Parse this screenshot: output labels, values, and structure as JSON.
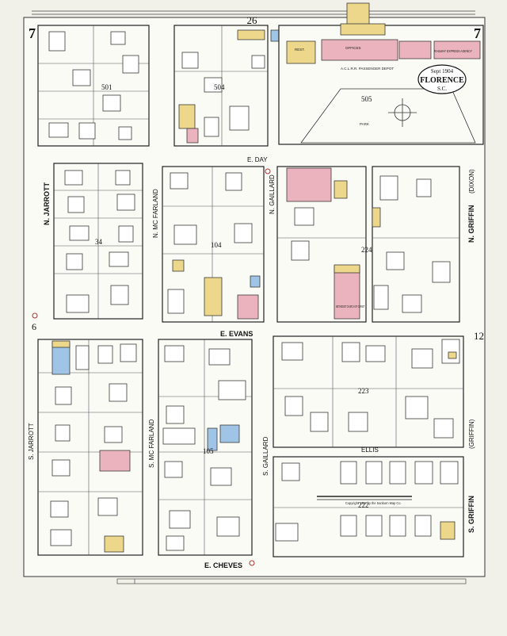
{
  "map": {
    "title": {
      "date": "Sept 1904",
      "city": "FLORENCE",
      "state": "S.C."
    },
    "sheet_numbers": {
      "top_center": "26",
      "top_left": "7",
      "top_right": "7",
      "left_mid": "6",
      "right_mid": "12"
    },
    "streets": {
      "n_jarrott": "N. JARROTT",
      "n_mcfarland": "N. MC FARLAND",
      "n_gaillard": "N. GAILLARD",
      "n_griffin": "N. GRIFFIN",
      "dixon": "(DIXON)",
      "e_day": "E. DAY",
      "e_evans": "E. EVANS",
      "ellis": "ELLIS",
      "s_jarrott": "S. JARROTT",
      "s_mcfarland": "S. MC FARLAND",
      "s_gaillard": "S. GAILLARD",
      "s_griffin": "S. GRIFFIN",
      "griffin_paren": "(GRIFFIN)",
      "e_cheves": "E. CHEVES"
    },
    "blocks": {
      "b501": "501",
      "b504": "504",
      "b505": "505",
      "b34": "34",
      "b104": "104",
      "b224": "224",
      "b223": "223",
      "b105": "105",
      "b222": "222"
    },
    "labels": {
      "depot": "A.C.L.R.R. PASSENGER DEPOT",
      "offices": "OFFICES",
      "express": "RAILWAY EXPRESS AGENCY",
      "rest": "REST.",
      "park": "PARK",
      "church": "METHODIST CHURCH OF CHRIST",
      "copyright": "Copyright 1904 by the Sanborn Map Co."
    }
  },
  "colors": {
    "paper": "#f1f0e9",
    "frame": "#fbfbf6",
    "brick": "#eab3bd",
    "frame_building": "#ffffff",
    "stone": "#ecd78a",
    "iron": "#9fc4e6"
  }
}
